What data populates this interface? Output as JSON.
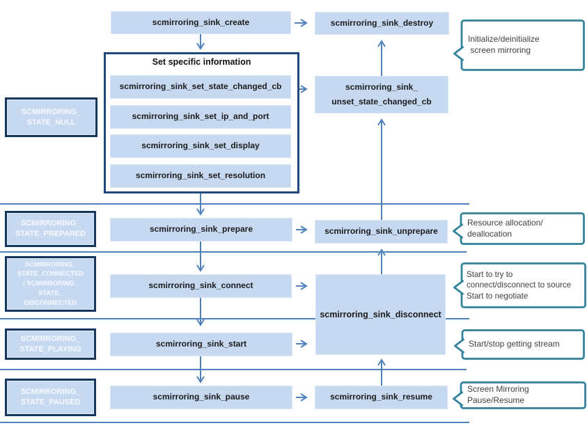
{
  "diagram": {
    "nodes": {
      "create": "scmirroring_sink_create",
      "destroy": "scmirroring_sink_destroy",
      "group_title": "Set specific information",
      "set_state_changed_cb": "scmirroring_sink_set_state_changed_cb",
      "set_ip_and_port": "scmirroring_sink_set_ip_and_port",
      "set_display": "scmirroring_sink_set_display",
      "set_resolution": "scmirroring_sink_set_resolution",
      "unset_state_changed_cb": [
        "scmirroring_sink_",
        "unset_state_changed_cb"
      ],
      "prepare": "scmirroring_sink_prepare",
      "unprepare": "scmirroring_sink_unprepare",
      "connect": "scmirroring_sink_connect",
      "disconnect": "scmirroring_sink_disconnect",
      "start": "scmirroring_sink_start",
      "pause": "scmirroring_sink_pause",
      "resume": "scmirroring_sink_resume"
    },
    "states": {
      "null": [
        "SCMIRRORING_",
        "STATE_NULL"
      ],
      "prepared": [
        "SCMIRRORING_",
        "STATE_PREPARED"
      ],
      "connected_disconnected": [
        "SCMIRRORING_",
        "STATE_CONNECTED",
        "/ SCMIRRORING_",
        "STATE_",
        "DISCONNECTED"
      ],
      "playing": [
        "SCMIRRORING_",
        "STATE_PLAYING"
      ],
      "paused": [
        "SCMIRRORING_",
        "STATE_PAUSED"
      ]
    },
    "callouts": {
      "init": [
        "Initialize/deinitialize",
        " screen mirroring"
      ],
      "resource": [
        "Resource allocation/",
        "deallocation"
      ],
      "connect": [
        "Start to try to",
        "connect/disconnect to source",
        "Start to negotiate"
      ],
      "stream": [
        "Start/stop getting stream"
      ],
      "pause": [
        "Screen Mirroring",
        "Pause/Resume"
      ]
    },
    "colors": {
      "node_fill": "#c6d9f1",
      "state_border": "#17365d",
      "group_border": "#1f497d",
      "arrow": "#4f81bd",
      "callout_border": "#31849b"
    }
  }
}
